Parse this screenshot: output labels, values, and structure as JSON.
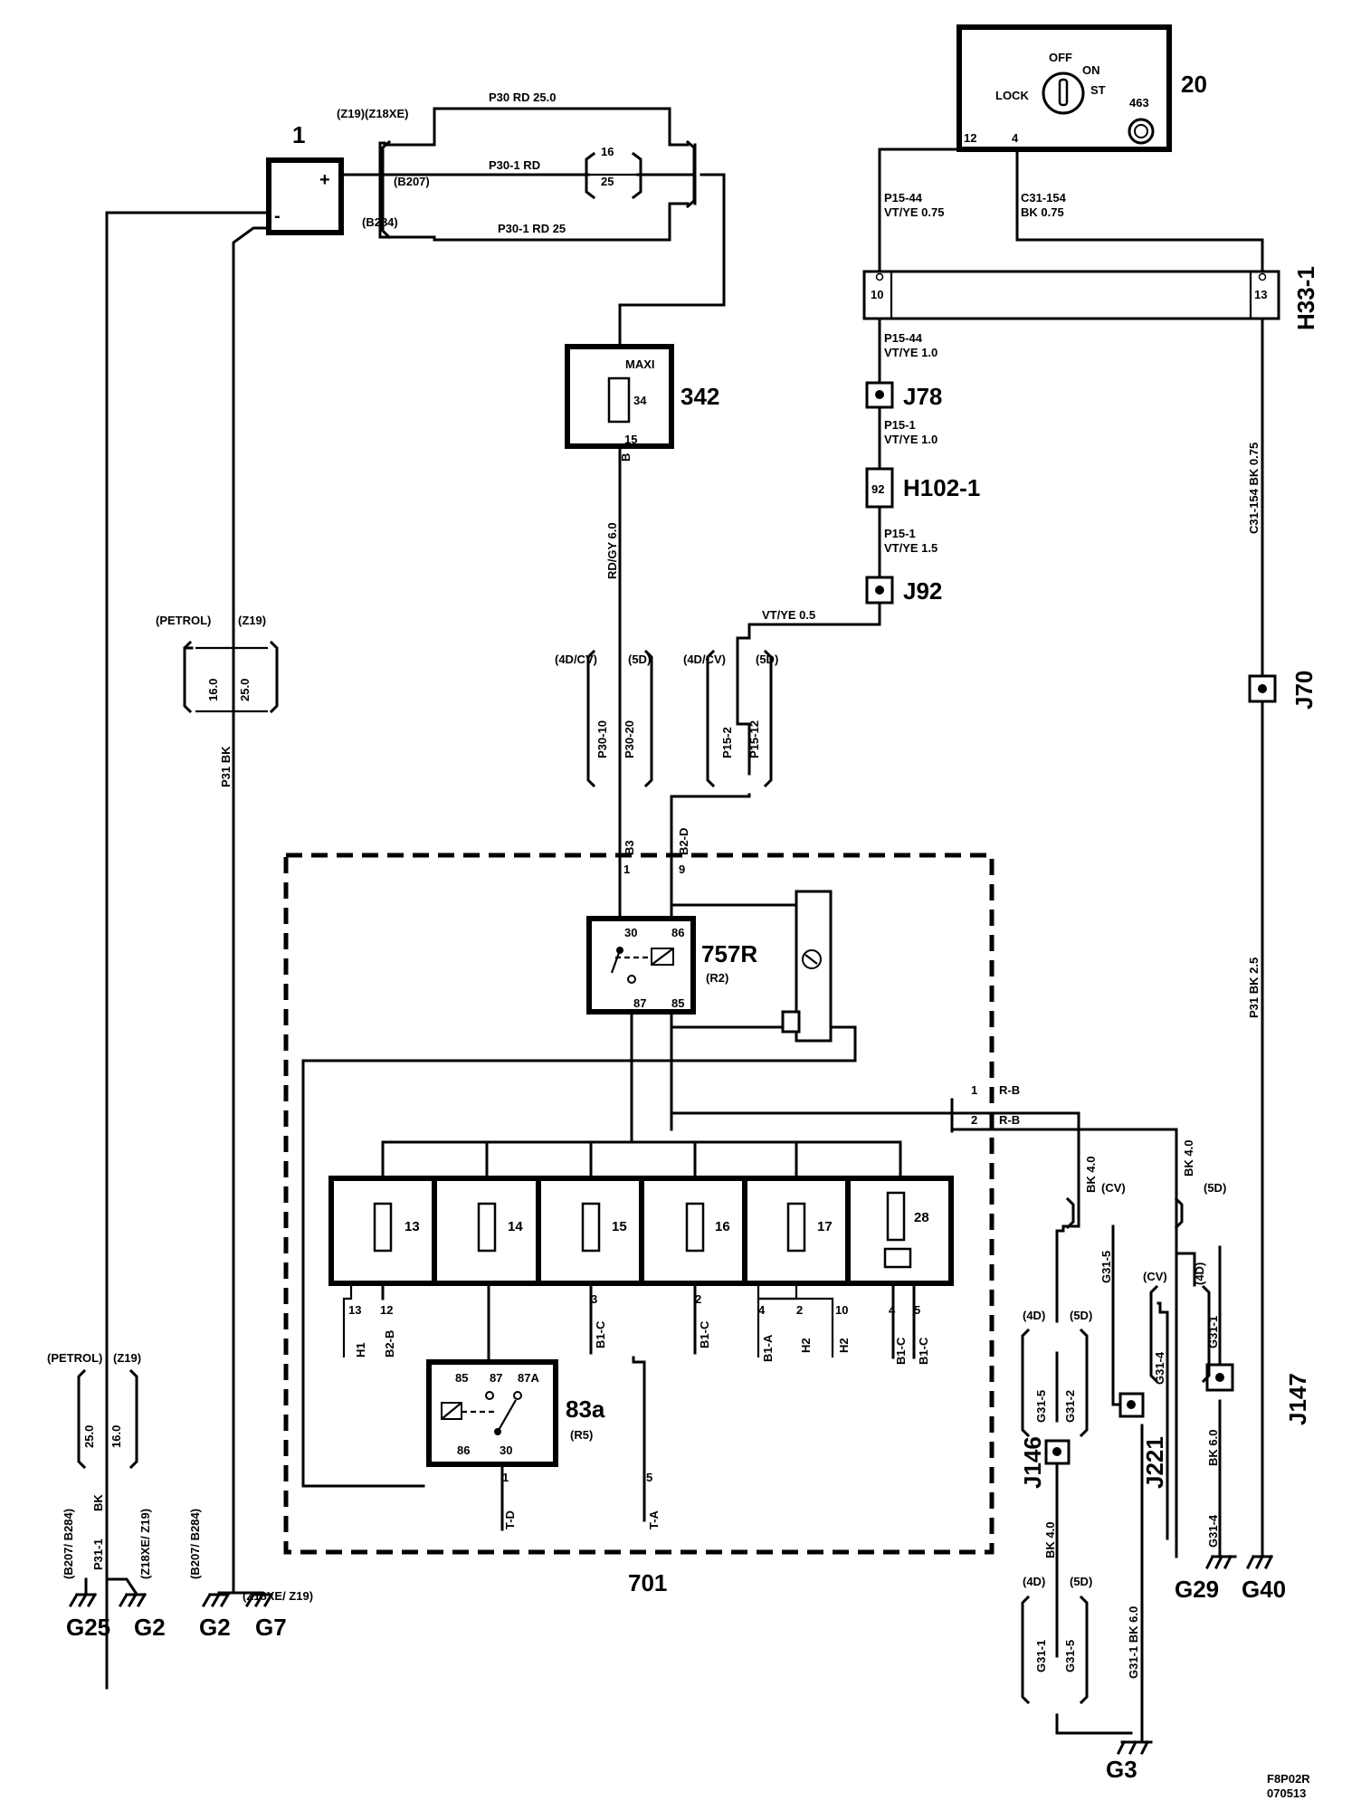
{
  "components": {
    "battery": {
      "id": "1",
      "plus": "+",
      "minus": "-"
    },
    "ignition_switch": {
      "id": "20",
      "off": "OFF",
      "on": "ON",
      "st": "ST",
      "lock": "LOCK",
      "sub": "463",
      "pin12": "12",
      "pin4": "4"
    },
    "maxi_fuse": {
      "id": "342",
      "type": "MAXI",
      "rating": "34",
      "pin": "15",
      "conn": "B"
    },
    "connector_h33": {
      "id": "H33-1",
      "pin_a": "10",
      "pin_b": "13"
    },
    "connector_h102": {
      "id": "H102-1",
      "pin": "92"
    },
    "relay_757r": {
      "id": "757R",
      "sub": "(R2)",
      "p30": "30",
      "p86": "86",
      "p87": "87",
      "p85": "85"
    },
    "relay_83a": {
      "id": "83a",
      "sub": "(R5)",
      "p85": "85",
      "p87": "87",
      "p87a": "87A",
      "p86": "86",
      "p30": "30",
      "out1": "1",
      "out5": "5"
    },
    "fusebox": {
      "id": "701",
      "fuses": [
        "13",
        "14",
        "15",
        "16",
        "17",
        "28"
      ]
    }
  },
  "junctions": {
    "j78": "J78",
    "j92": "J92",
    "j70": "J70",
    "j147": "J147",
    "j146": "J146",
    "j221": "J221"
  },
  "grounds": {
    "g25": "G25",
    "g2a": "G2",
    "g2b": "G2",
    "g7": "G7",
    "g3": "G3",
    "g29": "G29",
    "g40": "G40"
  },
  "wire_labels": {
    "z19_z18xe": "(Z19)(Z18XE)",
    "p30_rd_25": "P30 RD  25.0",
    "b207": "(B207)",
    "p30_1_rd": "P30-1  RD",
    "b284": "(B284)",
    "p30_1_rd_25": "P30-1  RD  25",
    "opt_16": "16",
    "opt_25": "25",
    "p15_44_a": "P15-44",
    "vtye_075": "VT/YE  0.75",
    "c31_154": "C31-154",
    "bk_075": "BK  0.75",
    "p15_44_b": "P15-44",
    "vtye_10": "VT/YE  1.0",
    "p15_1_a": "P15-1",
    "vtye_10b": "VT/YE  1.0",
    "p15_1_b": "P15-1",
    "vtye_15": "VT/YE  1.5",
    "vtye_05": "VT/YE  0.5",
    "c31_154_bk": "C31-154  BK  0.75",
    "rdgy_60": "RD/GY  6.0",
    "petrol_a": "(PETROL)",
    "z19_a": "(Z19)",
    "v160_a": "16.0",
    "v250_a": "25.0",
    "p31_bk": "P31  BK",
    "fourd_cv_a": "(4D/CV)",
    "fived_a": "(5D)",
    "p30_10": "P30-10",
    "p30_20": "P30-20",
    "fourd_cv_b": "(4D/CV)",
    "fived_b": "(5D)",
    "p15_2": "P15-2",
    "p15_12": "P15-12",
    "b3": "B3",
    "b3_pin": "1",
    "b2d": "B2-D",
    "b2d_pin": "9",
    "p31_bk_25": "P31  BK  2.5",
    "rb1_pin": "1",
    "rb1": "R-B",
    "rb2_pin": "2",
    "rb2": "R-B",
    "bk40_a": "BK  4.0",
    "bk40_b": "BK  4.0",
    "cv_a": "(CV)",
    "fived_c": "(5D)",
    "g31_5_a": "G31-5",
    "cv_b": "(CV)",
    "fourd_a": "(4D)",
    "g31_4_a": "G31-4",
    "g31_1_a": "G31-1",
    "fourd_b": "(4D)",
    "fived_d": "(5D)",
    "g31_5_b": "G31-5",
    "g31_2": "G31-2",
    "bk60_a": "BK  6.0",
    "bk40_c": "BK  4.0",
    "fourd_c": "(4D)",
    "fived_e": "(5D)",
    "g31_1_b": "G31-1",
    "g31_5_c": "G31-5",
    "g31_1_bk60": "G31-1  BK  6.0",
    "g31_4_b": "G31-4",
    "petrol_b": "(PETROL)",
    "z19_b": "(Z19)",
    "v250_b": "25.0",
    "v160_b": "16.0",
    "bk_c": "BK",
    "b207_b284_a": "(B207/ B284)",
    "p31_1": "P31-1",
    "z18xe_z19_a": "(Z18XE/ Z19)",
    "b207_b284_b": "(B207/ B284)",
    "z18xe_z19_b": "(Z18XE/ Z19)",
    "h1_13": "13",
    "h1_12": "12",
    "h1": "H1",
    "b2b": "B2-B",
    "p3": "3",
    "b1c_a": "B1-C",
    "p2a": "2",
    "b1c_b": "B1-C",
    "p4a": "4",
    "p2b": "2",
    "p10": "10",
    "b1a": "B1-A",
    "h2a": "H2",
    "h2b": "H2",
    "p4b": "4",
    "p5": "5",
    "b1c_c": "B1-C",
    "b1c_d": "B1-C",
    "td": "T-D",
    "ta": "T-A"
  },
  "footer": {
    "code1": "F8P02R",
    "code2": "070513"
  }
}
